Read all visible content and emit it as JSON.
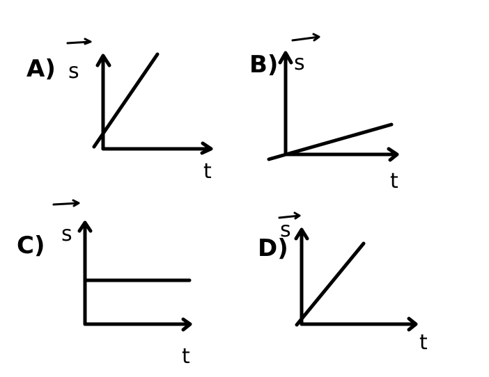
{
  "diagram": {
    "description": "Four hand-drawn displacement vs time graphs",
    "stroke_color": "#000000",
    "background": "#ffffff",
    "panels": [
      {
        "id": "A",
        "label": "A)",
        "y_axis": "s",
        "x_axis": "t",
        "line": "steep line through origin region, starting slightly below origin"
      },
      {
        "id": "B",
        "label": "B)",
        "y_axis": "s",
        "x_axis": "t",
        "line": "shallow line from left of origin rising slowly"
      },
      {
        "id": "C",
        "label": "C)",
        "y_axis": "s",
        "x_axis": "t",
        "line": "horizontal line (constant displacement)"
      },
      {
        "id": "D",
        "label": "D)",
        "y_axis": "s",
        "x_axis": "t",
        "line": "line through origin at ~45°"
      }
    ]
  }
}
